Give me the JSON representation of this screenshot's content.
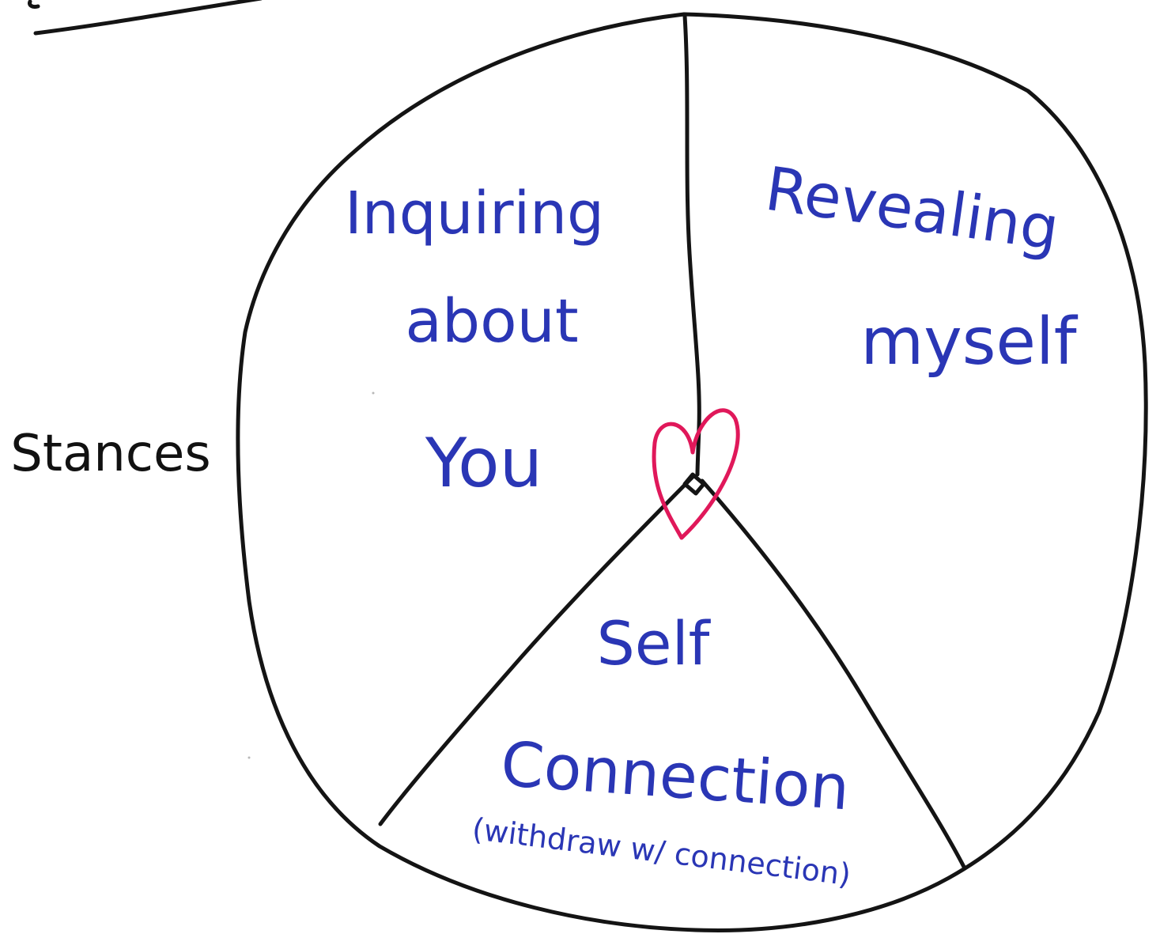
{
  "diagram": {
    "side_label": "Stances",
    "sections": [
      {
        "id": "inquiring",
        "lines": [
          "Inquiring",
          "about",
          "You"
        ]
      },
      {
        "id": "revealing",
        "lines": [
          "Revealing",
          "myself"
        ]
      },
      {
        "id": "self-connection",
        "lines": [
          "Self",
          "Connection",
          "(withdraw w/ connection)"
        ]
      }
    ],
    "center_symbol": "heart-icon",
    "colors": {
      "outline": "#141414",
      "section_text": "#2a36b5",
      "heart": "#e0185a",
      "background": "#ffffff"
    }
  }
}
